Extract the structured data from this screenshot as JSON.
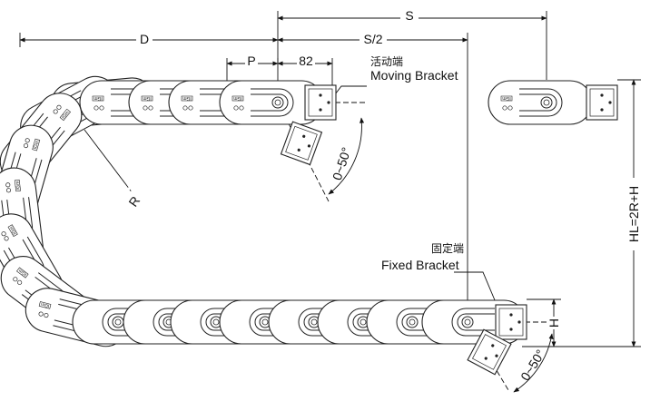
{
  "dimensions": {
    "S": "S",
    "S_half": "S/2",
    "D": "D",
    "P": "P",
    "pitch_value": "82",
    "R": "R",
    "HL": "HL=2R+H",
    "H": "H",
    "angle_moving": "0~50°",
    "angle_fixed": "0~50°"
  },
  "brackets": {
    "moving_cn": "活动端",
    "moving_en": "Moving Bracket",
    "fixed_cn": "固定端",
    "fixed_en": "Fixed Bracket"
  },
  "link_mark": "IGm"
}
